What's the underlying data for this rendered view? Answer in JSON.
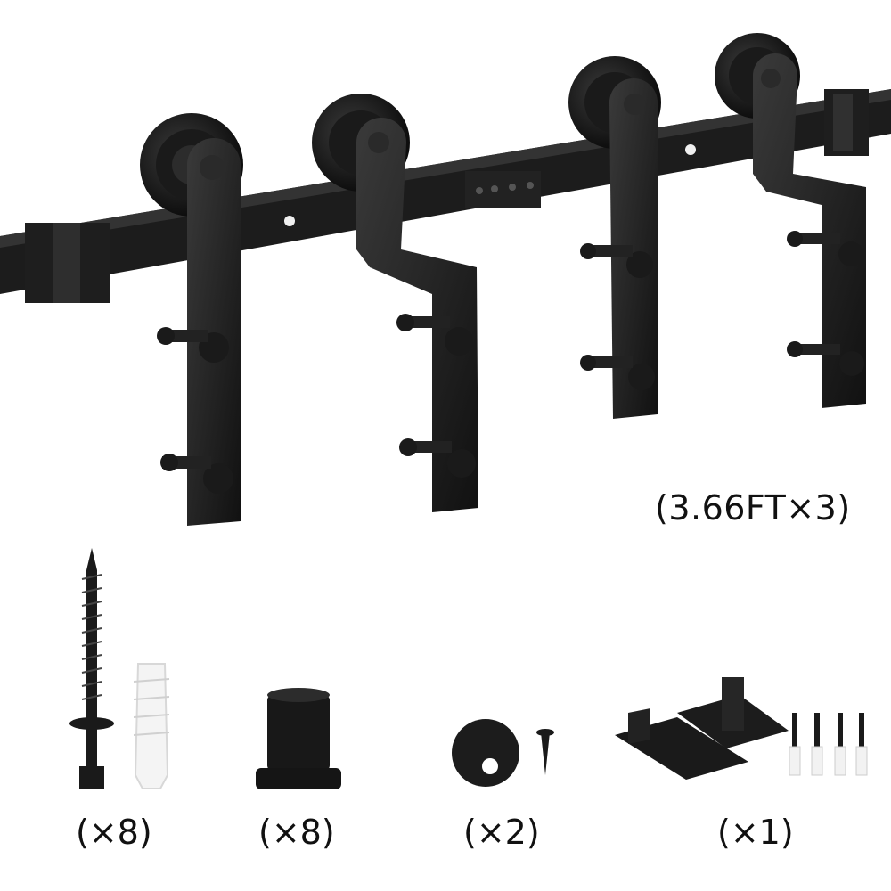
{
  "product": {
    "rail_length_label": "(3.66FT×3)",
    "rail_color": "#1a1a1a"
  },
  "accessories": [
    {
      "name": "lag-screw-with-anchor",
      "quantity_label": "(×8)"
    },
    {
      "name": "spacer-bushing",
      "quantity_label": "(×8)"
    },
    {
      "name": "door-stop-with-screw",
      "quantity_label": "(×2)"
    },
    {
      "name": "floor-guide-kit",
      "quantity_label": "(×1)"
    }
  ]
}
